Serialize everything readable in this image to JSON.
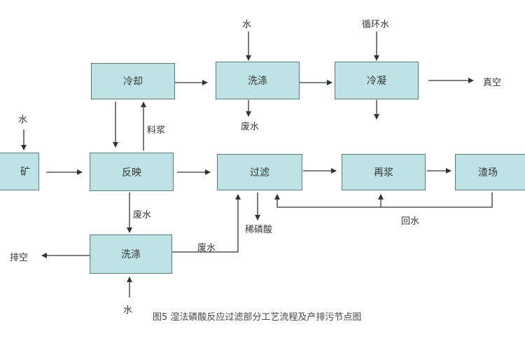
{
  "nodes": {
    "cooling": "冷却",
    "wash_top": "洗涤",
    "condense": "冷凝",
    "ore": "矿",
    "reaction": "反映",
    "filter": "过滤",
    "reslurry": "再浆",
    "yard": "渣场",
    "wash_bottom": "洗涤"
  },
  "labels": {
    "water_top": "水",
    "circulating_water": "循环水",
    "vacuum": "真空",
    "waste_water_top": "废水",
    "water_left": "水",
    "slurry": "料浆",
    "waste_water_mid": "废水",
    "waste_water_right": "废水",
    "filter_output": "稀磷酸",
    "return_water": "回水",
    "emission": "排空",
    "water_bottom": "水"
  },
  "caption": "图5 湿法磷酸反应过滤部分工艺流程及产排污节点图",
  "colors": {
    "box_fill": "#bfe3e4",
    "box_border": "#5a7a7c",
    "line": "#333333"
  }
}
